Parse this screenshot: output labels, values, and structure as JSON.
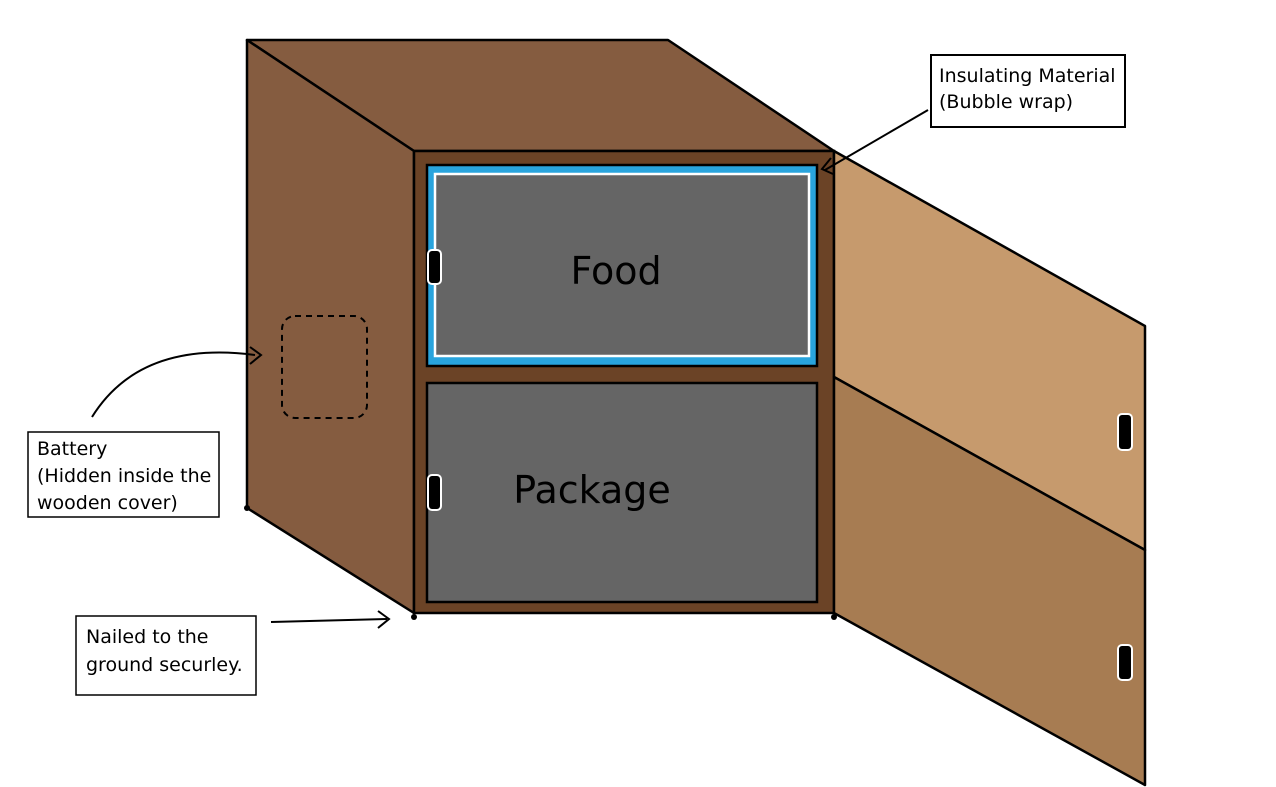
{
  "diagram": {
    "compartments": {
      "top": "Food",
      "bottom": "Package"
    },
    "callouts": {
      "insulation": {
        "line1": "Insulating Material",
        "line2": "(Bubble wrap)"
      },
      "battery": {
        "line1": "Battery",
        "line2": "(Hidden inside the",
        "line3": "wooden cover)"
      },
      "anchor": {
        "line1": "Nailed to the",
        "line2": "ground securley."
      }
    },
    "colors": {
      "side_wood": "#855c40",
      "frame_wood": "#6b4326",
      "door_upper": "#c69a6d",
      "door_lower": "#a77c52",
      "compartment": "#656565",
      "insulation": "#29a4dd",
      "handle": "#000000",
      "outline": "#000000"
    }
  }
}
